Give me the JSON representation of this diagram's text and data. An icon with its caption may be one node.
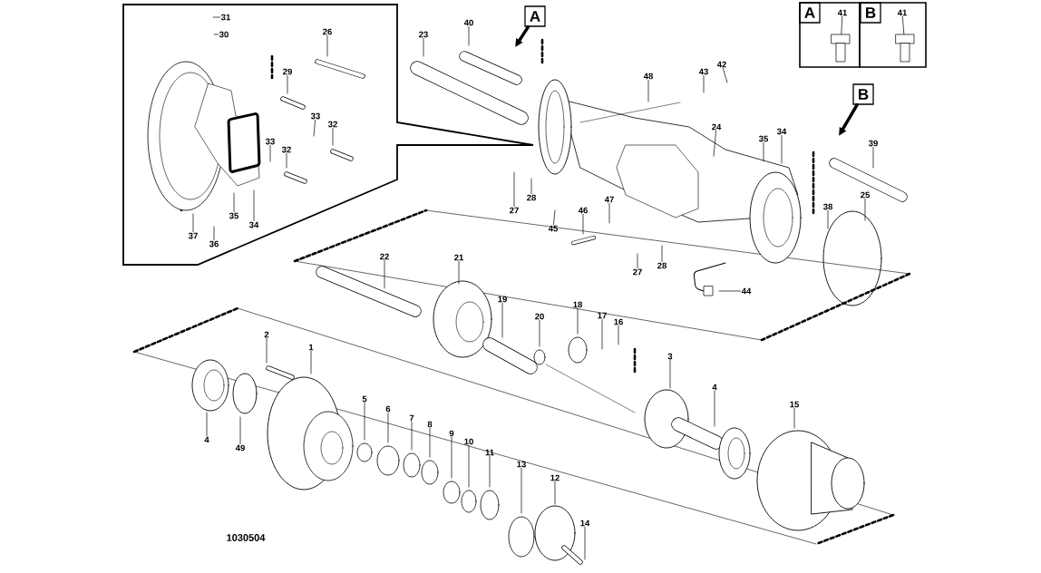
{
  "diagram": {
    "nodes": [
      {
        "text": [],
        "shape": "box"
      },
      {
        "text": [
          "31"
        ],
        "in": 0
      },
      {
        "text": [
          "30"
        ],
        "in": 0
      },
      {
        "text": [
          "26"
        ],
        "in": 0
      },
      {
        "text": [
          "29"
        ],
        "in": 0
      },
      {
        "text": [
          "33"
        ],
        "in": 0
      },
      {
        "text": [
          "32"
        ],
        "in": 0
      },
      {
        "text": [
          "33"
        ],
        "in": 0
      },
      {
        "text": [
          "32"
        ],
        "in": 0
      },
      {
        "text": [
          "35"
        ],
        "in": 0
      },
      {
        "text": [
          "34"
        ],
        "in": 0
      },
      {
        "text": [
          "37"
        ],
        "in": 0
      },
      {
        "text": [
          "36"
        ],
        "in": 0
      },
      {
        "text": [
          "A"
        ]
      },
      {
        "text": [
          "40"
        ]
      },
      {
        "text": [
          "23"
        ]
      },
      {
        "text": [
          "48"
        ]
      },
      {
        "text": [
          "43"
        ]
      },
      {
        "text": [
          "42"
        ]
      },
      {
        "text": [
          "24"
        ]
      },
      {
        "text": [
          "35"
        ]
      },
      {
        "text": [
          "34"
        ]
      },
      {
        "text": [
          "B"
        ]
      },
      {
        "text": [
          "39"
        ]
      },
      {
        "text": [
          "25"
        ]
      },
      {
        "text": [
          "38"
        ]
      },
      {
        "text": [
          "27"
        ]
      },
      {
        "text": [
          "28"
        ]
      },
      {
        "text": [
          "45"
        ]
      },
      {
        "text": [
          "46"
        ]
      },
      {
        "text": [
          "47"
        ]
      },
      {
        "text": [
          "27"
        ]
      },
      {
        "text": [
          "28"
        ]
      },
      {
        "text": [
          "44"
        ]
      },
      {
        "text": [
          "22"
        ]
      },
      {
        "text": [
          "21"
        ]
      },
      {
        "text": [
          "19"
        ]
      },
      {
        "text": [
          "20"
        ]
      },
      {
        "text": [
          "18"
        ]
      },
      {
        "text": [
          "17"
        ]
      },
      {
        "text": [
          "16"
        ]
      },
      {
        "text": [
          "3"
        ]
      },
      {
        "text": [
          "4"
        ]
      },
      {
        "text": [
          "15"
        ]
      },
      {
        "text": [
          "2"
        ]
      },
      {
        "text": [
          "1"
        ]
      },
      {
        "text": [
          "4"
        ]
      },
      {
        "text": [
          "49"
        ]
      },
      {
        "text": [
          "5"
        ]
      },
      {
        "text": [
          "6"
        ]
      },
      {
        "text": [
          "7"
        ]
      },
      {
        "text": [
          "8"
        ]
      },
      {
        "text": [
          "9"
        ]
      },
      {
        "text": [
          "10"
        ]
      },
      {
        "text": [
          "11"
        ]
      },
      {
        "text": [
          "13"
        ]
      },
      {
        "text": [
          "12"
        ]
      },
      {
        "text": [
          "14"
        ]
      },
      {
        "text": [],
        "shape": "box"
      },
      {
        "text": [
          "A"
        ],
        "in": 58
      },
      {
        "text": [
          "41"
        ],
        "in": 58
      },
      {
        "text": [],
        "shape": "box"
      },
      {
        "text": [
          "B"
        ],
        "in": 61
      },
      {
        "text": [
          "41"
        ],
        "in": 61
      },
      {
        "text": [],
        "shape": "picture",
        "in": 58
      },
      {
        "text": [],
        "shape": "picture",
        "in": 61
      }
    ],
    "edges": [
      {
        "from": 1,
        "to": null,
        "arrow": "none"
      },
      {
        "from": 2,
        "to": null,
        "arrow": "none"
      },
      {
        "from": 3,
        "to": null,
        "arrow": "none"
      },
      {
        "from": 4,
        "to": null,
        "arrow": "none"
      },
      {
        "from": 5,
        "to": null,
        "arrow": "none"
      },
      {
        "from": 6,
        "to": null,
        "arrow": "none"
      },
      {
        "from": 7,
        "to": null,
        "arrow": "none"
      },
      {
        "from": 8,
        "to": null,
        "arrow": "none"
      },
      {
        "from": 9,
        "to": null,
        "arrow": "none"
      },
      {
        "from": 10,
        "to": null,
        "arrow": "none"
      },
      {
        "from": 11,
        "to": null,
        "arrow": "none"
      },
      {
        "from": 12,
        "to": null,
        "arrow": "none"
      },
      {
        "from": 13,
        "to": null,
        "arrow": "to",
        "style": "thick"
      },
      {
        "from": 14,
        "to": null,
        "arrow": "none"
      },
      {
        "from": 15,
        "to": null,
        "arrow": "none"
      },
      {
        "from": 16,
        "to": null,
        "arrow": "none"
      },
      {
        "from": 17,
        "to": null,
        "arrow": "none"
      },
      {
        "from": 18,
        "to": null,
        "arrow": "none"
      },
      {
        "from": 19,
        "to": null,
        "arrow": "none"
      },
      {
        "from": 20,
        "to": null,
        "arrow": "none"
      },
      {
        "from": 21,
        "to": null,
        "arrow": "none"
      },
      {
        "from": 22,
        "to": null,
        "arrow": "to",
        "style": "thick"
      },
      {
        "from": 23,
        "to": null,
        "arrow": "none"
      },
      {
        "from": 24,
        "to": null,
        "arrow": "none"
      },
      {
        "from": 25,
        "to": null,
        "arrow": "none"
      },
      {
        "from": 26,
        "to": null,
        "arrow": "none"
      },
      {
        "from": 27,
        "to": null,
        "arrow": "none"
      },
      {
        "from": 28,
        "to": null,
        "arrow": "none"
      },
      {
        "from": 29,
        "to": null,
        "arrow": "none"
      },
      {
        "from": 30,
        "to": null,
        "arrow": "none"
      },
      {
        "from": 31,
        "to": null,
        "arrow": "none"
      },
      {
        "from": 32,
        "to": null,
        "arrow": "none"
      },
      {
        "from": 33,
        "to": null,
        "arrow": "none"
      },
      {
        "from": 34,
        "to": null,
        "arrow": "none"
      },
      {
        "from": 35,
        "to": null,
        "arrow": "none"
      },
      {
        "from": 36,
        "to": null,
        "arrow": "none"
      },
      {
        "from": 37,
        "to": null,
        "arrow": "none"
      },
      {
        "from": 38,
        "to": null,
        "arrow": "none"
      },
      {
        "from": 39,
        "to": null,
        "arrow": "none"
      },
      {
        "from": 40,
        "to": null,
        "arrow": "none"
      },
      {
        "from": 41,
        "to": null,
        "arrow": "none"
      },
      {
        "from": 42,
        "to": null,
        "arrow": "none"
      },
      {
        "from": 43,
        "to": null,
        "arrow": "none"
      },
      {
        "from": 44,
        "to": null,
        "arrow": "none"
      },
      {
        "from": 45,
        "to": null,
        "arrow": "none"
      },
      {
        "from": 46,
        "to": null,
        "arrow": "none"
      },
      {
        "from": 47,
        "to": null,
        "arrow": "none"
      },
      {
        "from": 48,
        "to": null,
        "arrow": "none"
      },
      {
        "from": 49,
        "to": null,
        "arrow": "none"
      },
      {
        "from": 50,
        "to": null,
        "arrow": "none"
      },
      {
        "from": 51,
        "to": null,
        "arrow": "none"
      },
      {
        "from": 52,
        "to": null,
        "arrow": "none"
      },
      {
        "from": 53,
        "to": null,
        "arrow": "none"
      },
      {
        "from": 54,
        "to": null,
        "arrow": "none"
      },
      {
        "from": 55,
        "to": null,
        "arrow": "none"
      },
      {
        "from": 56,
        "to": null,
        "arrow": "none"
      },
      {
        "from": 57,
        "to": null,
        "arrow": "none"
      },
      {
        "from": 60,
        "to": 64,
        "arrow": "none"
      },
      {
        "from": 63,
        "to": 65,
        "arrow": "none"
      }
    ],
    "labels": [
      "1030504"
    ]
  }
}
